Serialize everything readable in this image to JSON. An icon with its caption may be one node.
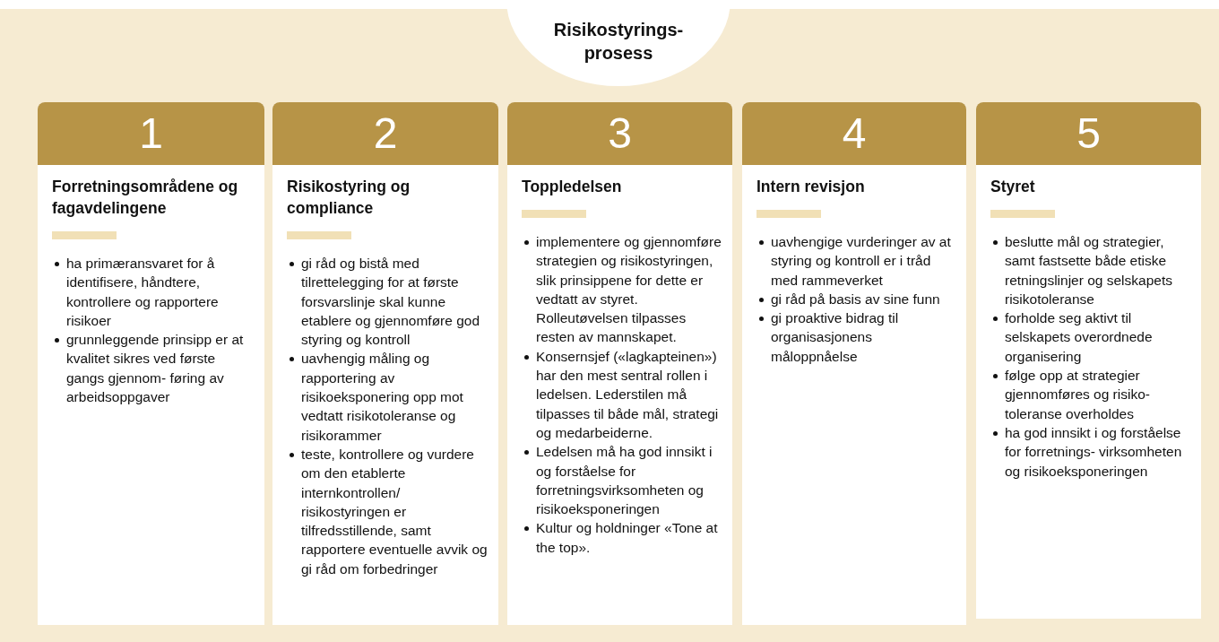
{
  "diagram": {
    "nodes": [
      {
        "text": [
          "Risikostyrings- prosess"
        ]
      },
      {
        "text": [
          "1",
          "Forretningsområdene og fagavdelingene",
          "ha primæransvaret for å identifisere, håndtere, kontrollere og rapportere risikoer",
          "grunnleggende prinsipp er at kvalitet sikres ved første gangs gjennom- føring av arbeidsoppgaver"
        ]
      },
      {
        "text": [
          "2",
          "Risikostyring og compliance",
          "gi råd og bistå med tilrettelegging for at første forsvarslinje skal kunne etablere og gjennomføre god styring og kontroll",
          "uavhengig måling og rapportering av risikoeksponering opp mot vedtatt risikotoleranse og risikorammer",
          "teste, kontrollere og vurdere om den etablerte internkontrollen/ risikostyringen er tilfredsstillende, samt rapportere eventuelle avvik og gi råd om forbedringer"
        ]
      },
      {
        "text": [
          "3",
          "Toppledelsen",
          "implementere  og gjennomføre strategien og risikostyringen, slik prinsippene for dette er vedtatt av styret. Rolleutøvelsen tilpasses resten av mannskapet.",
          "Konsernsjef («lagkapteinen») har den mest sentral rollen i ledelsen. Lederstilen må tilpasses til både mål, strategi og medarbeiderne.",
          "Ledelsen må ha god innsikt i og forståelse for forretningsvirksomheten og risikoeksponeringen",
          "Kultur og holdninger «Tone at the top»."
        ]
      },
      {
        "text": [
          "4",
          "Intern revisjon",
          "uavhengige vurderinger av at styring og kontroll er i tråd med rammeverket",
          "gi råd på basis av sine funn",
          "gi proaktive bidrag til organisasjonens måloppnåelse"
        ]
      },
      {
        "text": [
          "5",
          "Styret",
          "beslutte mål og strategier, samt fastsette både etiske retningslinjer og selskapets risikotoleranse",
          "forholde seg aktivt til selskapets overordnede organisering",
          "følge opp at strategier gjennomføres og risiko- toleranse overholdes",
          "ha god innsikt i og forståelse for forretnings- virksomheten og risikoeksponeringen"
        ]
      }
    ]
  }
}
